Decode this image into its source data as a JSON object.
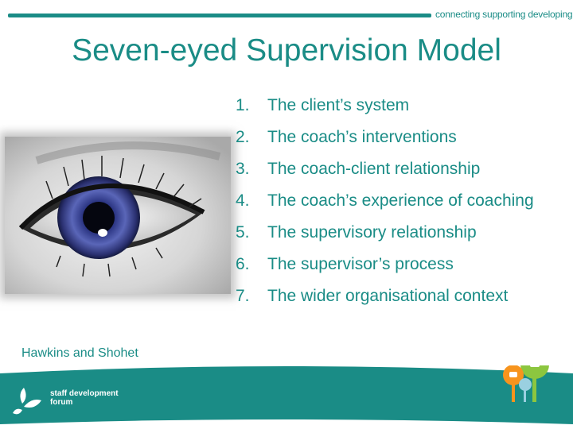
{
  "header": {
    "tagline": "connecting  supporting  developing"
  },
  "slide": {
    "title": "Seven-eyed Supervision Model",
    "credit": "Hawkins and Shohet",
    "points": [
      {
        "num": "1.",
        "text": "The client’s system"
      },
      {
        "num": "2.",
        "text": "The coach’s interventions"
      },
      {
        "num": "3.",
        "text": "The coach-client relationship"
      },
      {
        "num": "4.",
        "text": "The coach’s experience of coaching"
      },
      {
        "num": "5.",
        "text": "The supervisory relationship"
      },
      {
        "num": "6.",
        "text": "The supervisor’s process"
      },
      {
        "num": "7.",
        "text": "The wider organisational context"
      }
    ]
  },
  "footer": {
    "brand_line1": "staff development",
    "brand_line2": "forum"
  },
  "colors": {
    "accent": "#1a8c86",
    "iris": "#4a55a8",
    "tree_green": "#8cc63f",
    "tree_orange": "#f7941d"
  }
}
